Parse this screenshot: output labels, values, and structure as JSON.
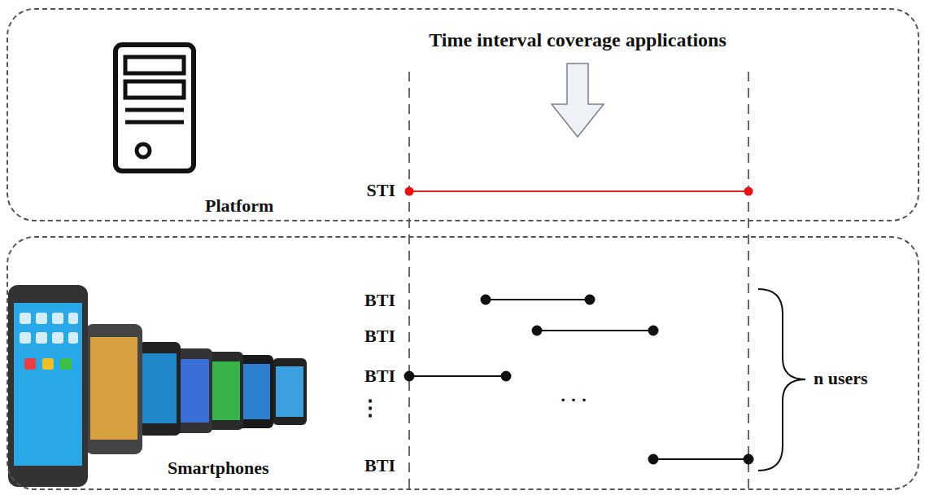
{
  "diagram": {
    "nodes": [
      {
        "text": [
          "Platform"
        ]
      },
      {
        "text": [
          "Smartphones"
        ]
      }
    ],
    "labels": [
      "Time interval coverage applications",
      "STI",
      "BTI",
      "BTI",
      "BTI",
      "⋮",
      "· · ·",
      "BTI",
      "n users"
    ]
  }
}
